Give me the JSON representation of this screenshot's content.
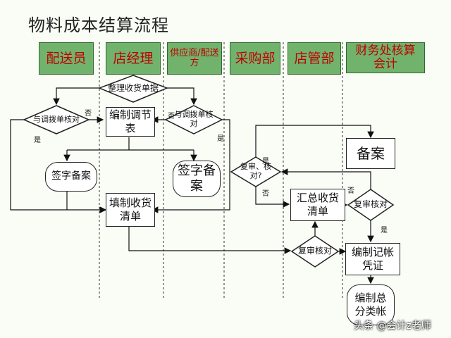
{
  "title": "物料成本结算流程",
  "lanes": [
    "配送员",
    "店经理",
    "供应商/配送方",
    "采购部",
    "店管部",
    "财务处核算会计"
  ],
  "nodes": {
    "collect": "整理收货单据",
    "check1": "与调拨单核对",
    "compile": "编制调节表",
    "check2": "与调拨单核对",
    "sign1": "签字备案",
    "sign2": "签字备案",
    "fill": "填制收货清单",
    "filing": "备案",
    "review1": "复审、核对?",
    "summary": "汇总收货清单",
    "review2": "复审核对",
    "review3": "复审核对",
    "voucher": "编制记帐凭证",
    "ledger": "编制总分类帐"
  },
  "labels": {
    "no": "否",
    "yes": "是",
    "yes_q": "是"
  },
  "watermark": "头条 @会计z老师"
}
